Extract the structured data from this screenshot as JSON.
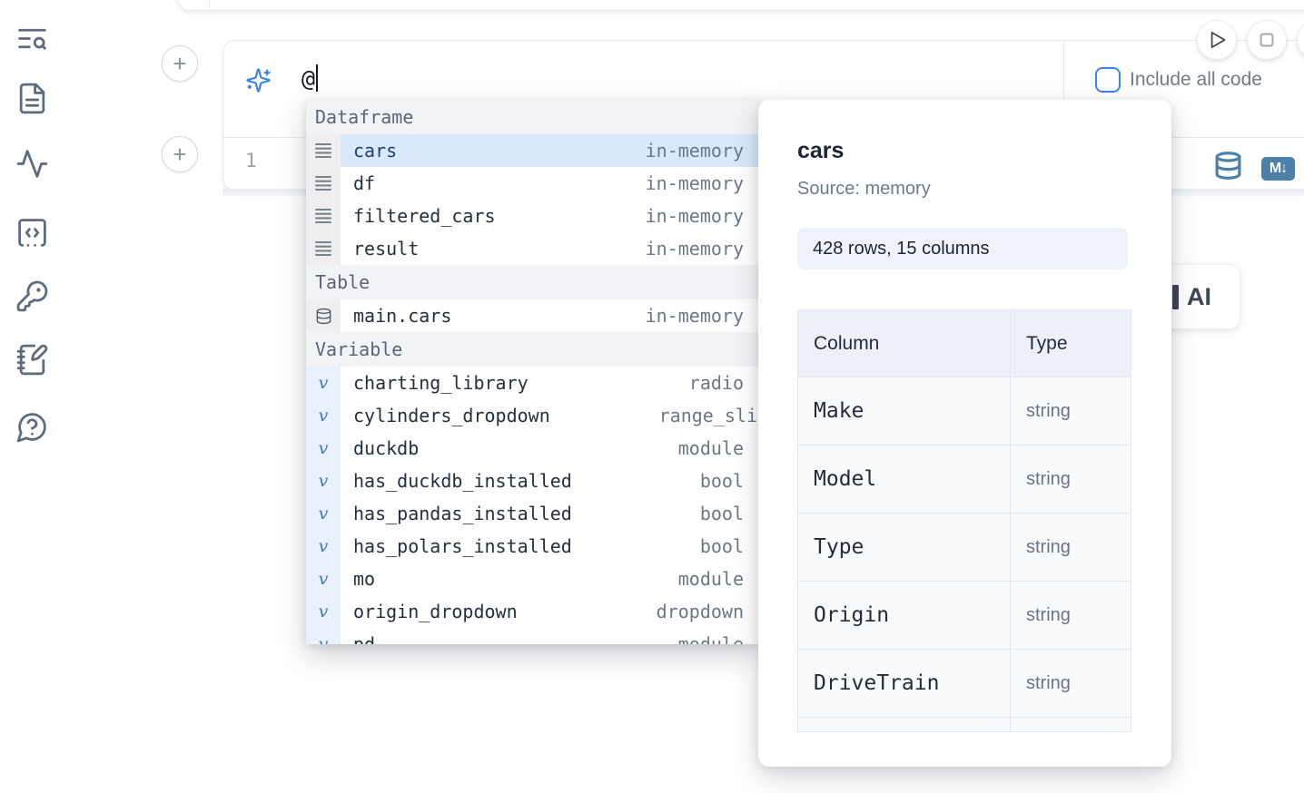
{
  "sidebar": {
    "icons": [
      {
        "name": "list-search-icon"
      },
      {
        "name": "file-text-icon"
      },
      {
        "name": "activity-icon"
      },
      {
        "name": "code-snippet-icon"
      },
      {
        "name": "key-icon"
      },
      {
        "name": "notebook-pen-icon"
      },
      {
        "name": "help-chat-icon"
      }
    ]
  },
  "cell_controls": {
    "icons": [
      "play-icon",
      "stop-icon"
    ]
  },
  "ai_panel": {
    "input_value": "@",
    "include_all_code_label": "Include all code",
    "sparkle_icon": "sparkles-icon",
    "accent_color": "#3b82f6"
  },
  "editor": {
    "line_number": "1",
    "toolbar_icons": [
      "database-icon",
      "markdown-icon"
    ],
    "markdown_badge_text": "M↓",
    "toolbar_icon_color": "#4b81a9"
  },
  "autocomplete": {
    "sections": [
      {
        "label": "Dataframe",
        "items": [
          {
            "name": "cars",
            "type": "in-memory",
            "kind": "dataframe",
            "selected": true
          },
          {
            "name": "df",
            "type": "in-memory",
            "kind": "dataframe"
          },
          {
            "name": "filtered_cars",
            "type": "in-memory",
            "kind": "dataframe"
          },
          {
            "name": "result",
            "type": "in-memory",
            "kind": "dataframe"
          }
        ]
      },
      {
        "label": "Table",
        "items": [
          {
            "name": "main.cars",
            "type": "in-memory",
            "kind": "table"
          }
        ]
      },
      {
        "label": "Variable",
        "items": [
          {
            "name": "charting_library",
            "type": "radio",
            "kind": "variable"
          },
          {
            "name": "cylinders_dropdown",
            "type": "range_sli",
            "kind": "variable",
            "clipped": true
          },
          {
            "name": "duckdb",
            "type": "module",
            "kind": "variable"
          },
          {
            "name": "has_duckdb_installed",
            "type": "bool",
            "kind": "variable"
          },
          {
            "name": "has_pandas_installed",
            "type": "bool",
            "kind": "variable"
          },
          {
            "name": "has_polars_installed",
            "type": "bool",
            "kind": "variable"
          },
          {
            "name": "mo",
            "type": "module",
            "kind": "variable"
          },
          {
            "name": "origin_dropdown",
            "type": "dropdown",
            "kind": "variable"
          },
          {
            "name": "pd",
            "type": "module",
            "kind": "variable",
            "partial": true
          }
        ]
      }
    ],
    "selected_row_bg": "#d9e8fa",
    "selected_row_text": "#1c3e7b"
  },
  "preview": {
    "title": "cars",
    "source_label": "Source: memory",
    "shape_badge": "428 rows, 15 columns",
    "table": {
      "headers": [
        "Column",
        "Type"
      ],
      "rows": [
        [
          "Make",
          "string"
        ],
        [
          "Model",
          "string"
        ],
        [
          "Type",
          "string"
        ],
        [
          "Origin",
          "string"
        ],
        [
          "DriveTrain",
          "string"
        ]
      ]
    }
  },
  "ai_button": {
    "label": "AI"
  }
}
